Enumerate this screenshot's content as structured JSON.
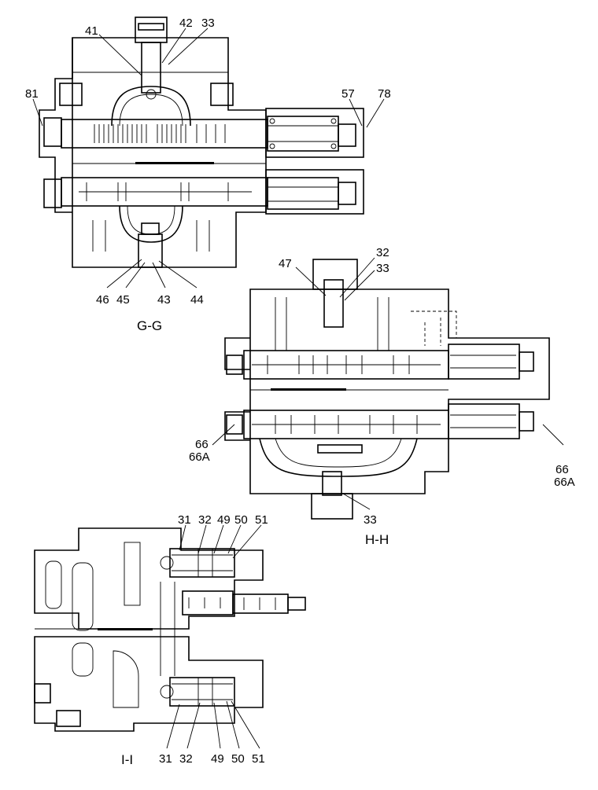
{
  "sections": {
    "gg": {
      "title": "G-G",
      "callouts": [
        "41",
        "42",
        "33",
        "81",
        "57",
        "78",
        "46",
        "45",
        "43",
        "44"
      ]
    },
    "hh": {
      "title": "H-H",
      "callouts": [
        "32",
        "33",
        "47",
        "66",
        "66A",
        "66",
        "66A",
        "33"
      ]
    },
    "ii": {
      "title": "I-I",
      "callouts_top": [
        "31",
        "32",
        "49",
        "50",
        "51"
      ],
      "callouts_bottom": [
        "31",
        "32",
        "49",
        "50",
        "51"
      ]
    }
  }
}
